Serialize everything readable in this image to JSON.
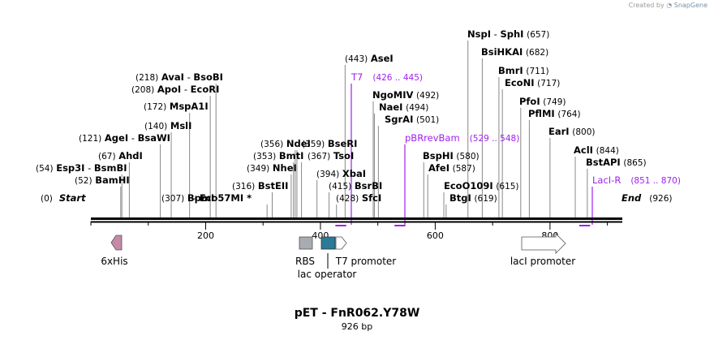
{
  "credit": {
    "prefix": "Created by",
    "brand": "SnapGene"
  },
  "map": {
    "title": "pET - FnR062.Y78W",
    "length_label": "926 bp",
    "length_bp": 926,
    "ruler_ticks": [
      "200",
      "400",
      "600",
      "800"
    ],
    "ends": {
      "start": {
        "label": "Start",
        "pos": "(0)"
      },
      "end": {
        "label": "End",
        "pos": "(926)"
      }
    },
    "enzymes": [
      {
        "name": "Esp3I",
        "partner": "BsmBI",
        "pos": "(54)"
      },
      {
        "name": "BamHI",
        "pos": "(52)"
      },
      {
        "name": "AhdI",
        "pos": "(67)"
      },
      {
        "name": "AgeI",
        "partner": "BsaWI",
        "pos": "(121)"
      },
      {
        "name": "MslI",
        "pos": "(140)"
      },
      {
        "name": "MspA1I",
        "pos": "(172)"
      },
      {
        "name": "ApoI",
        "partner": "EcoRI",
        "pos": "(208)"
      },
      {
        "name": "AvaI",
        "partner": "BsoBI",
        "pos": "(218)"
      },
      {
        "name": "BpmI",
        "pos": "(307)"
      },
      {
        "name": "Eco57MI",
        "pos": "",
        "star": "*"
      },
      {
        "name": "BstEII",
        "pos": "(316)"
      },
      {
        "name": "NheI",
        "pos": "(349)"
      },
      {
        "name": "BmtI",
        "pos": "(353)"
      },
      {
        "name": "NdeI",
        "pos": "(356)"
      },
      {
        "name": "BseRI",
        "pos": "(359)"
      },
      {
        "name": "TsoI",
        "pos": "(367)"
      },
      {
        "name": "XbaI",
        "pos": "(394)"
      },
      {
        "name": "BsrBI",
        "pos": "(415)"
      },
      {
        "name": "SfcI",
        "pos": "(428)"
      },
      {
        "name": "AseI",
        "pos": "(443)"
      },
      {
        "name": "NgoMIV",
        "pos": "(492)"
      },
      {
        "name": "NaeI",
        "pos": "(494)"
      },
      {
        "name": "SgrAI",
        "pos": "(501)"
      },
      {
        "name": "BspHI",
        "pos": "(580)"
      },
      {
        "name": "AfeI",
        "pos": "(587)"
      },
      {
        "name": "EcoO109I",
        "pos": "(615)"
      },
      {
        "name": "BtgI",
        "pos": "(619)"
      },
      {
        "name": "NspI",
        "partner": "SphI",
        "pos": "(657)"
      },
      {
        "name": "BsiHKAI",
        "pos": "(682)"
      },
      {
        "name": "BmrI",
        "pos": "(711)"
      },
      {
        "name": "EcoNI",
        "pos": "(717)"
      },
      {
        "name": "PfoI",
        "pos": "(749)"
      },
      {
        "name": "PflMI",
        "pos": "(764)"
      },
      {
        "name": "EarI",
        "pos": "(800)"
      },
      {
        "name": "AclI",
        "pos": "(844)"
      },
      {
        "name": "BstAPI",
        "pos": "(865)"
      }
    ],
    "primers": [
      {
        "name": "T7",
        "range": "(426 .. 445)"
      },
      {
        "name": "pBRrevBam",
        "range": "(529 .. 548)"
      },
      {
        "name": "LacI-R",
        "range": "(851 .. 870)"
      }
    ],
    "features": [
      {
        "name": "6xHis",
        "kind": "cds",
        "direction": "reverse",
        "color": "#c48aa8"
      },
      {
        "name": "RBS",
        "kind": "rbs",
        "color": "#a8acb0"
      },
      {
        "name": "lac operator",
        "kind": "operator",
        "color": "#2a7a98"
      },
      {
        "name": "T7 promoter",
        "kind": "promoter",
        "direction": "forward",
        "color": "#ffffff"
      },
      {
        "name": "lacI promoter",
        "kind": "promoter",
        "direction": "forward",
        "color": "#ffffff"
      }
    ],
    "colors": {
      "primer": "#a020f0",
      "backbone": "#000000",
      "enzyme_line": "#888888"
    }
  }
}
